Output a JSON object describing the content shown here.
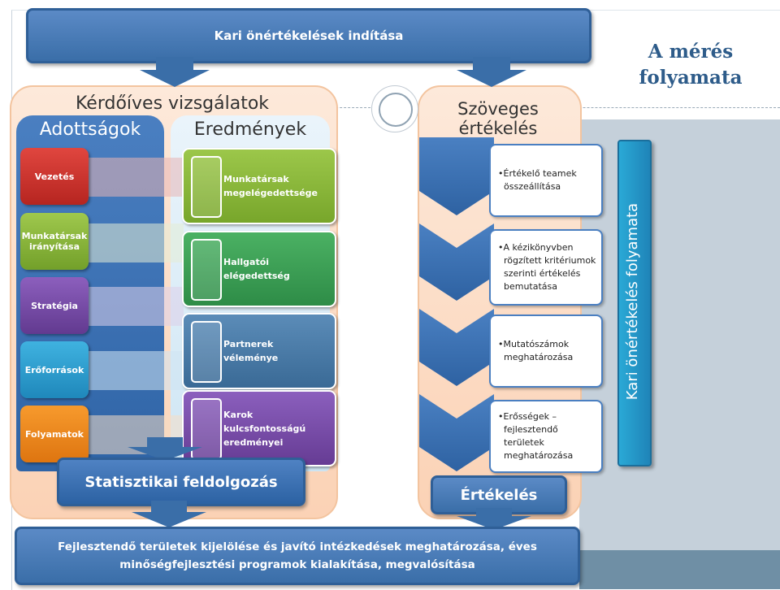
{
  "slide_title": "A mérés\nfolyamata",
  "top_bar": "Kari önértékelések indítása",
  "questionnaire": {
    "title": "Kérdőíves vizsgálatok",
    "left_title": "Adottságok",
    "right_title": "Eredmények",
    "categories": [
      {
        "label": "Vezetés",
        "color": "#d0312d"
      },
      {
        "label": "Munkatársak irányítása",
        "color": "#8db83a"
      },
      {
        "label": "Stratégia",
        "color": "#7a4ea8"
      },
      {
        "label": "Erőforrások",
        "color": "#2f9fd0"
      },
      {
        "label": "Folyamatok",
        "color": "#f08a1d"
      }
    ],
    "results": [
      {
        "label": "Munkatársak megelégedettsége",
        "color": "#8db83a"
      },
      {
        "label": "Hallgatói elégedettség",
        "color": "#3aa055"
      },
      {
        "label": "Partnerek véleménye",
        "color": "#4a7ca8"
      },
      {
        "label": "Karok kulcsfontosságú eredményei",
        "color": "#7a4ea8"
      }
    ],
    "stat_bar": "Statisztikai feldolgozás"
  },
  "text_eval": {
    "title": "Szöveges értékelés",
    "steps": [
      "•Értékelő teamek összeállítása",
      "•A kézikönyvben rögzített kritériumok szerinti értékelés bemutatása",
      "•Mutatószámok meghatározása",
      "•Erősségek – fejlesztendő területek meghatározása"
    ],
    "bottom": "Értékelés"
  },
  "vertical_label": "Kari önértékelés folyamata",
  "bottom_bar": "Fejlesztendő területek kijelölése és javító intézkedések meghatározása, éves minőségfejlesztési programok kialakítása, megvalósítása"
}
